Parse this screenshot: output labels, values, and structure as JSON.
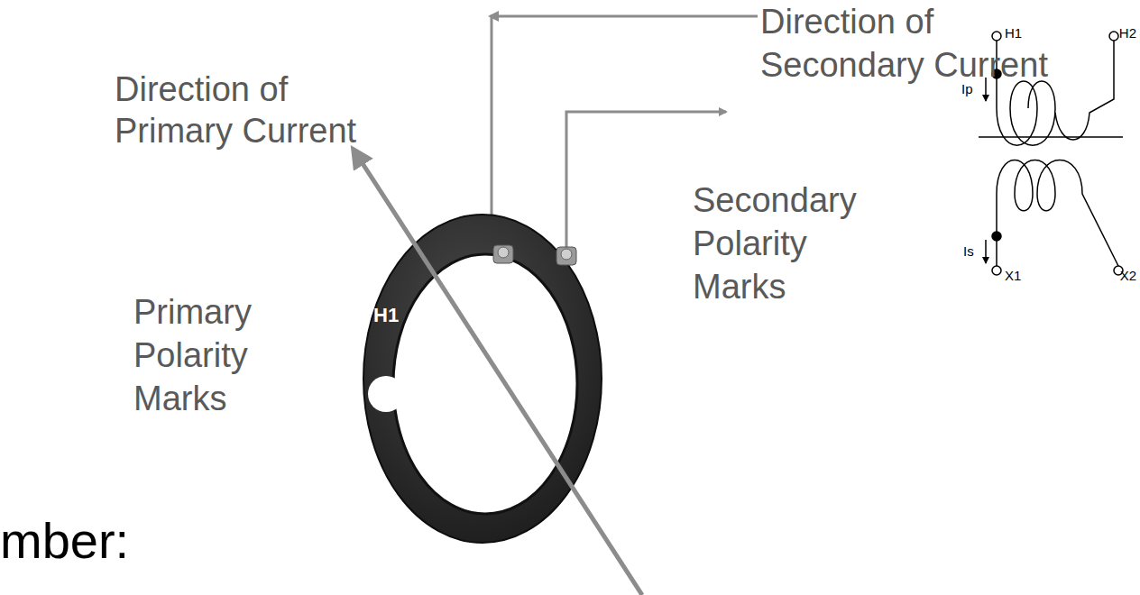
{
  "diagram": {
    "labels": [
      "Direction of Secondary Current",
      "Direction of Primary Current",
      "Secondary Polarity Marks",
      "Primary Polarity Marks",
      "X1",
      "H1",
      "H1",
      "H2",
      "Ip",
      "Is",
      "X1",
      "X2",
      "mber:"
    ]
  }
}
